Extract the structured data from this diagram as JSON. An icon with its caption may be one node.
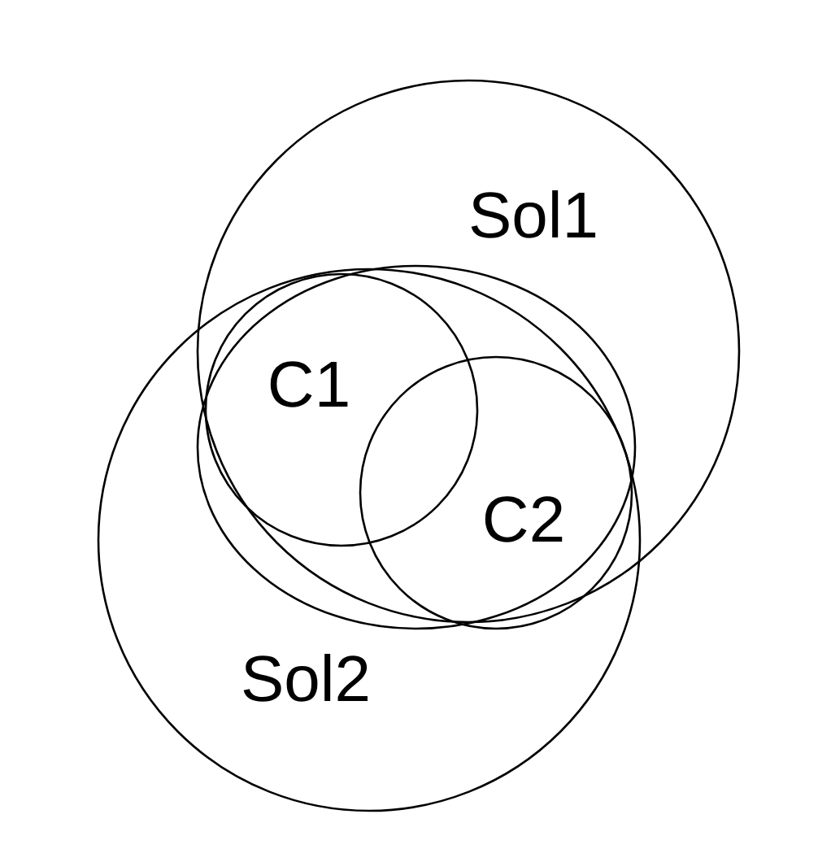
{
  "diagram": {
    "nodes": [
      {
        "text": [
          "Sol1"
        ]
      },
      {
        "text": [],
        "shape": "ellipse"
      },
      {
        "text": [
          "C1"
        ],
        "in": 1
      },
      {
        "text": [
          "C2"
        ],
        "in": 1
      },
      {
        "text": [
          "Sol2"
        ]
      }
    ],
    "edges": []
  }
}
